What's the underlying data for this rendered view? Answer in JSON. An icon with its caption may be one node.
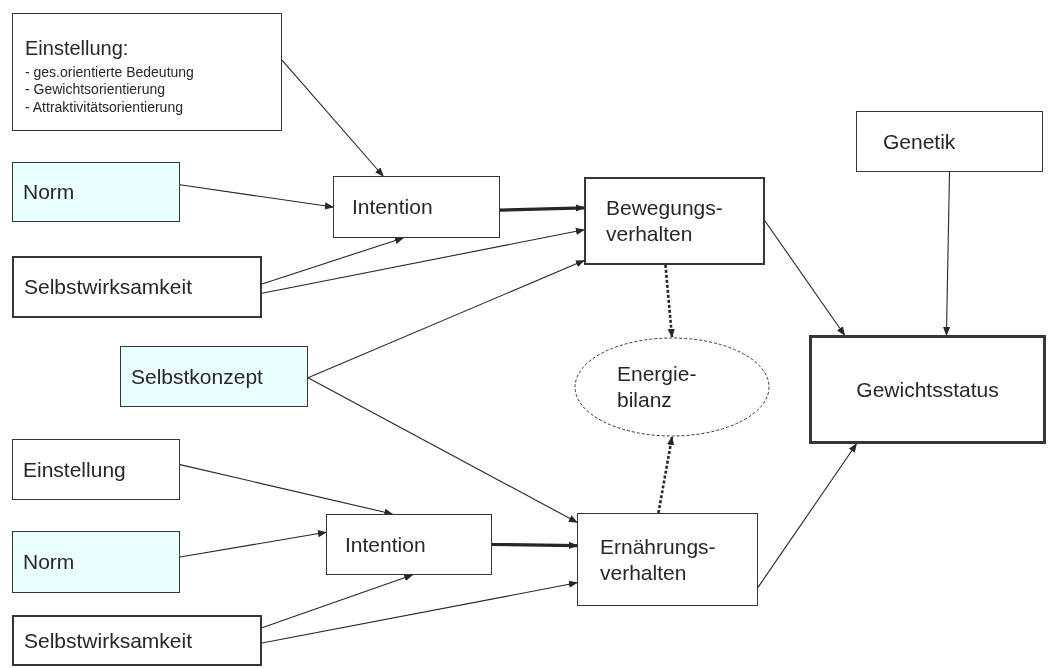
{
  "diagram": {
    "nodes": [
      {
        "text": [
          "Einstellung:",
          "- ges.orientierte Bedeutung",
          "- Gewichtsorientierung",
          "- Attraktivitätsorientierung"
        ]
      },
      {
        "text": [
          "Norm"
        ]
      },
      {
        "text": [
          "Intention"
        ]
      },
      {
        "text": [
          "Selbstwirksamkeit"
        ]
      },
      {
        "text": [
          "Bewegungs- verhalten"
        ]
      },
      {
        "text": [
          "Genetik"
        ]
      },
      {
        "text": [
          "Selbstkonzept"
        ]
      },
      {
        "text": [
          "Energie- bilanz"
        ]
      },
      {
        "text": [
          "Gewichtsstatus"
        ]
      },
      {
        "text": [
          "Einstellung"
        ]
      },
      {
        "text": [
          "Intention"
        ]
      },
      {
        "text": [
          "Norm"
        ]
      },
      {
        "text": [
          "Ernährungs- verhalten"
        ]
      },
      {
        "text": [
          "Selbstwirksamkeit"
        ]
      }
    ],
    "edges": [
      {
        "from": 0,
        "to": 2,
        "arrow": "to"
      },
      {
        "from": 1,
        "to": 2,
        "arrow": "to"
      },
      {
        "from": 3,
        "to": 2,
        "arrow": "to"
      },
      {
        "from": 3,
        "to": 4,
        "arrow": "to"
      },
      {
        "from": 2,
        "to": 4,
        "arrow": "to",
        "style": "thick"
      },
      {
        "from": 6,
        "to": 4,
        "arrow": "to"
      },
      {
        "from": 6,
        "to": 12,
        "arrow": "to"
      },
      {
        "from": 4,
        "to": 7,
        "arrow": "to",
        "style": "dashed"
      },
      {
        "from": 12,
        "to": 7,
        "arrow": "to",
        "style": "dashed"
      },
      {
        "from": 4,
        "to": 8,
        "arrow": "to"
      },
      {
        "from": 5,
        "to": 8,
        "arrow": "to"
      },
      {
        "from": 12,
        "to": 8,
        "arrow": "to"
      },
      {
        "from": 9,
        "to": 10,
        "arrow": "to"
      },
      {
        "from": 11,
        "to": 10,
        "arrow": "to"
      },
      {
        "from": 13,
        "to": 10,
        "arrow": "to"
      },
      {
        "from": 13,
        "to": 12,
        "arrow": "to"
      },
      {
        "from": 10,
        "to": 12,
        "arrow": "to",
        "style": "thick"
      }
    ]
  }
}
